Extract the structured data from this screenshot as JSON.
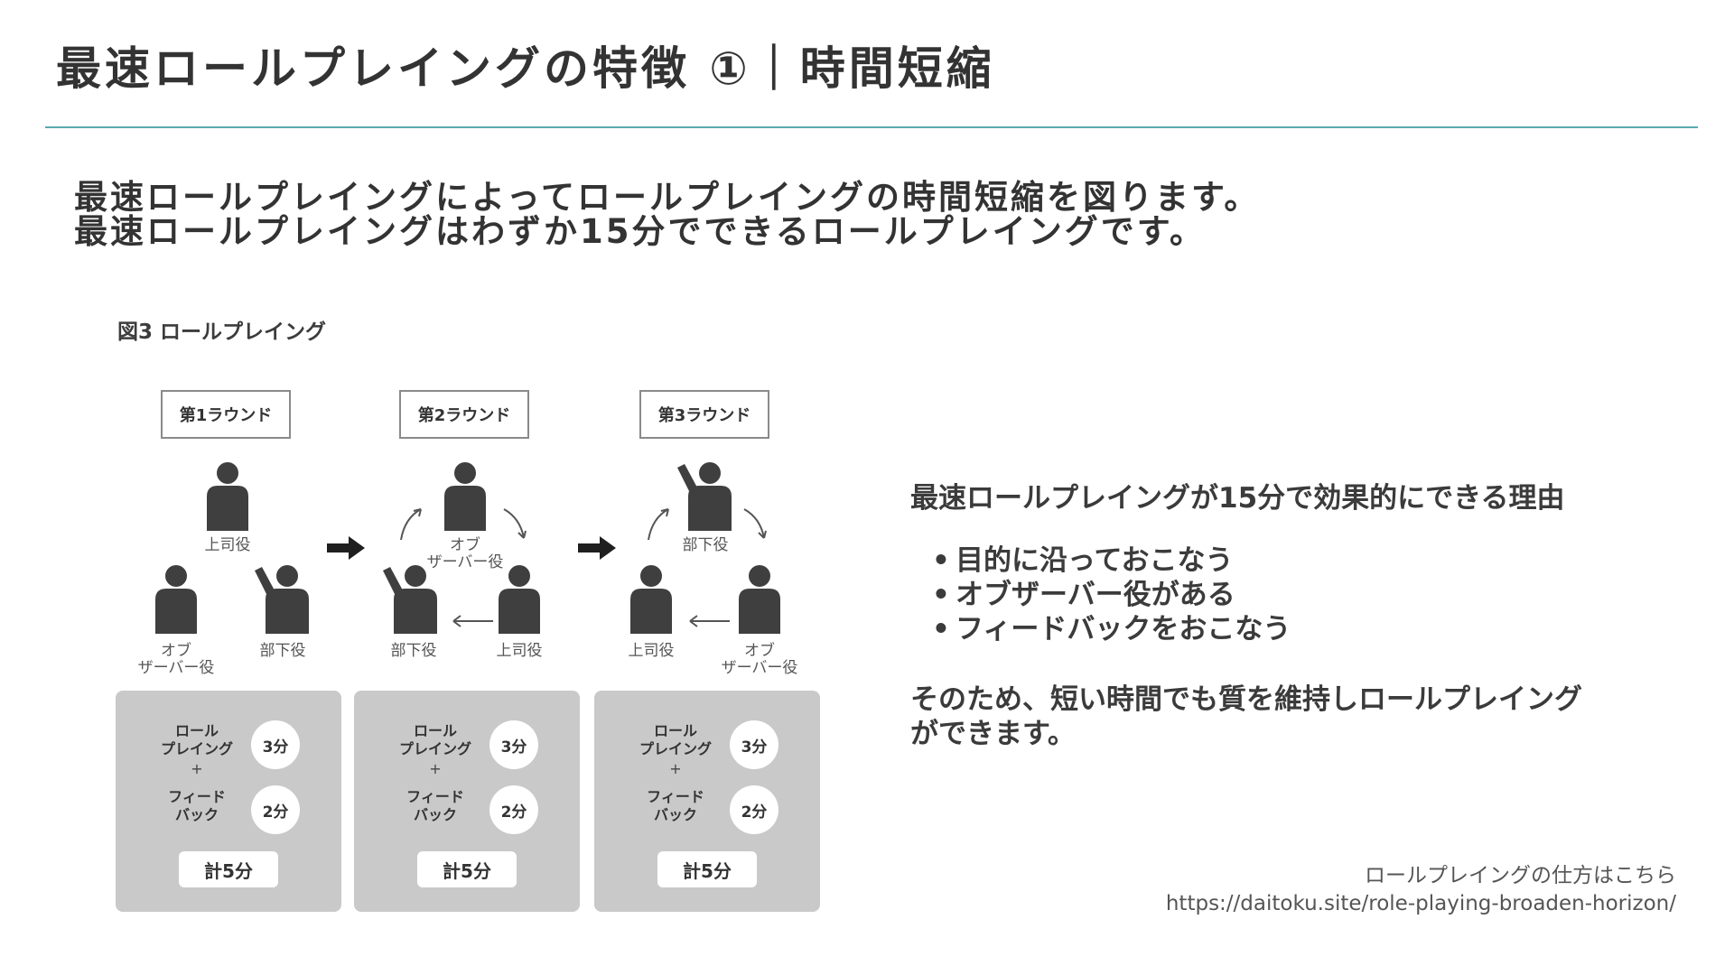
{
  "title": "最速ロールプレイングの特徴 ①｜時間短縮",
  "lead": {
    "line1": "最速ロールプレイングによってロールプレイングの時間短縮を図ります。",
    "line2": "最速ロールプレイングはわずか15分でできるロールプレイングです。"
  },
  "figure": {
    "caption": "図3 ロールプレイング",
    "rounds": [
      {
        "label": "第1ラウンド",
        "roles": {
          "top": "上司役",
          "left": "オブ\nザーバー役",
          "right": "部下役"
        },
        "box": {
          "rp": "ロール\nプレイング",
          "plus": "+",
          "fb": "フィード\nバック",
          "rp_min": "3分",
          "fb_min": "2分",
          "total": "計5分"
        }
      },
      {
        "label": "第2ラウンド",
        "roles": {
          "top": "オブ\nザーバー役",
          "left": "部下役",
          "right": "上司役"
        },
        "box": {
          "rp": "ロール\nプレイング",
          "plus": "+",
          "fb": "フィード\nバック",
          "rp_min": "3分",
          "fb_min": "2分",
          "total": "計5分"
        }
      },
      {
        "label": "第3ラウンド",
        "roles": {
          "top": "部下役",
          "left": "上司役",
          "right": "オブ\nザーバー役"
        },
        "box": {
          "rp": "ロール\nプレイング",
          "plus": "+",
          "fb": "フィード\nバック",
          "rp_min": "3分",
          "fb_min": "2分",
          "total": "計5分"
        }
      }
    ]
  },
  "reasons": {
    "title": "最速ロールプレイングが15分で効果的にできる理由",
    "items": [
      "目的に沿っておこなう",
      "オブザーバー役がある",
      "フィードバックをおこなう"
    ],
    "bullet": "•",
    "body_line1": "そのため、短い時間でも質を維持しロールプレイング",
    "body_line2": "ができます。"
  },
  "link": {
    "title": "ロールプレイングの仕方はこちら",
    "url": "https://daitoku.site/role-playing-broaden-horizon/"
  },
  "colors": {
    "accent_rule": "#5aa9b0",
    "figure_gray": "#c9c9c9",
    "person": "#3f3f3f"
  }
}
